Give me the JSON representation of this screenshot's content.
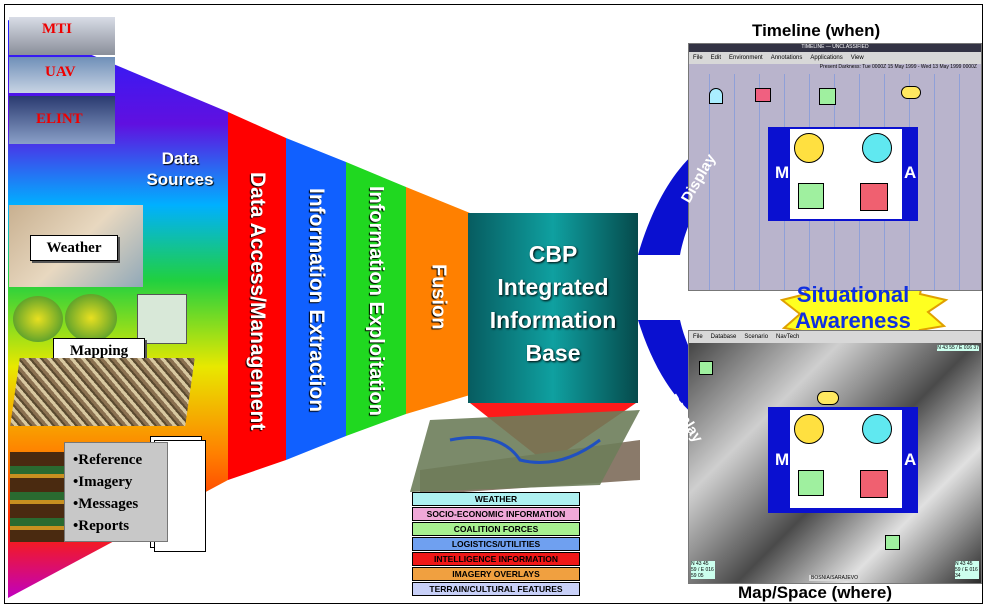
{
  "sources": {
    "mti": "MTI",
    "uav": "UAV",
    "elint": "ELINT",
    "weather": "Weather",
    "mapping": "Mapping",
    "documents": [
      "•Reference",
      "•Imagery",
      "•Messages",
      "•Reports"
    ]
  },
  "funnel": {
    "data_sources": "Data Sources",
    "stages": [
      "Data Access/Management",
      "Information Extraction",
      "Information Exploitation",
      "Fusion"
    ]
  },
  "core": {
    "title": "CBP Integrated Information Base"
  },
  "layers": [
    {
      "label": "WEATHER",
      "color": "#aef0f0"
    },
    {
      "label": "SOCIO-ECONOMIC INFORMATION",
      "color": "#f0a8d8"
    },
    {
      "label": "COALITION FORCES",
      "color": "#a8f090"
    },
    {
      "label": "LOGISTICS/UTILITIES",
      "color": "#6fa0f0"
    },
    {
      "label": "INTELLIGENCE INFORMATION",
      "color": "#f01818"
    },
    {
      "label": "IMAGERY OVERLAYS",
      "color": "#f0a040"
    },
    {
      "label": "TERRAIN/CULTURAL FEATURES",
      "color": "#c8d0f8"
    }
  ],
  "outputs": {
    "timeline_title": "Timeline (when)",
    "map_title": "Map/Space (where)",
    "display_top": "Display",
    "display_bottom": "Display",
    "situational": "Situational Awareness",
    "m_label": "M",
    "a_label": "A",
    "timeline_window_title": "TIMELINE — UNCLASSIFIED",
    "map_menu": [
      "File",
      "Database",
      "Scenario",
      "NavTech"
    ],
    "timeline_menu": [
      "File",
      "Edit",
      "Environment",
      "Annotations",
      "Applications",
      "View"
    ],
    "timeline_status": "Present Darkness: Tue 0000Z 15 May 1999 - Wed 13 May 1999 0000Z",
    "map_coord_left": "N 43 45 59 / E 016 59 05",
    "map_coord_right_top": "N 43 55 / E 016 37",
    "map_coord_right_bottom": "N 43 45 59 / E 016 34",
    "map_status": "BOSNIA/SARAJEVO"
  },
  "colors": {
    "stage_red": "#ff0000",
    "stage_blue": "#1060ff",
    "stage_green": "#20d820",
    "stage_orange": "#ff8000",
    "core_teal": "#0a8a88",
    "arc_blue": "#0a10d0"
  }
}
